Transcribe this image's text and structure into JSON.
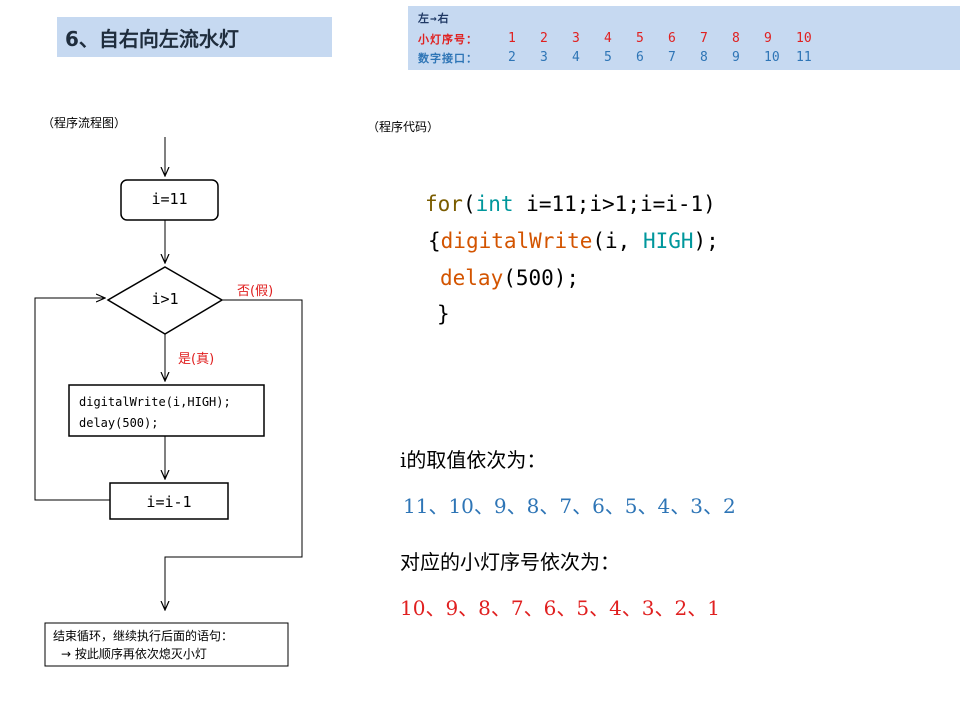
{
  "title": "6、自右向左流水灯",
  "info": {
    "header": "左→右",
    "led_label": "小灯序号：",
    "led_values": [
      "1",
      "2",
      "3",
      "4",
      "5",
      "6",
      "7",
      "8",
      "9",
      "10"
    ],
    "port_label": "数字接口：",
    "port_values": [
      "2",
      "3",
      "4",
      "5",
      "6",
      "7",
      "8",
      "9",
      "10",
      "11"
    ],
    "colors": {
      "led": "#e02020",
      "port": "#2e75b6",
      "header": "#1f3864"
    }
  },
  "flowchart": {
    "caption": "（程序流程图）",
    "init": "i=11",
    "condition": "i>1",
    "no_label": "否(假)",
    "yes_label": "是(真)",
    "body_line1": "digitalWrite(i,HIGH);",
    "body_line2": "delay(500);",
    "decrement": "i=i-1",
    "end_line1": "结束循环，继续执行后面的语句：",
    "end_line2": "→ 按此顺序再依次熄灭小灯"
  },
  "code": {
    "caption": "（程序代码）",
    "line1_kw": "for",
    "line1_paren": "(",
    "line1_type": "int",
    "line1_rest": " i=11;i>1;i=i-1)",
    "line2_brace": "{",
    "line2_fn": "digitalWrite",
    "line2_open": "(i, ",
    "line2_const": "HIGH",
    "line2_close": ");",
    "line3_fn": "delay",
    "line3_rest": "(500);",
    "line4": "}"
  },
  "results": {
    "i_heading": "i的取值依次为：",
    "i_values": "11、10、9、8、7、6、5、4、3、2",
    "led_heading": "对应的小灯序号依次为：",
    "led_values": "10、9、8、7、6、5、4、3、2、1",
    "colors": {
      "i_values": "#2e75b6",
      "led_values": "#e02020"
    }
  }
}
